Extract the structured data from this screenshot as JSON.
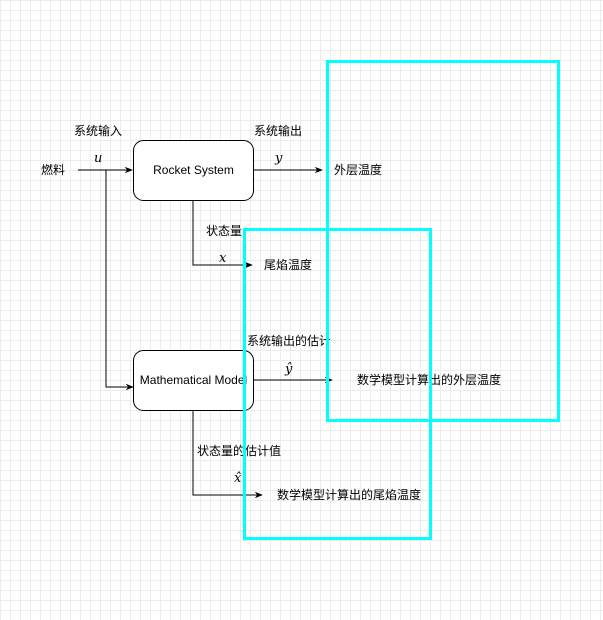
{
  "colors": {
    "highlight": "#00ffff",
    "stroke": "#000000"
  },
  "nodes": {
    "rocket": "Rocket System",
    "model": "Mathematical Model"
  },
  "labels": {
    "fuel": "燃料",
    "system_input": "系统输入",
    "u": "u",
    "system_output": "系统输出",
    "y": "y",
    "outer_temp": "外层温度",
    "state": "状态量",
    "x": "x",
    "tail_temp": "尾焰温度",
    "output_estimate": "系统输出的估计",
    "y_hat": "ŷ",
    "model_outer_temp": "数学模型计算出的外层温度",
    "state_estimate": "状态量的估计值",
    "x_hat": "x̂",
    "model_tail_temp": "数学模型计算出的尾焰温度"
  }
}
